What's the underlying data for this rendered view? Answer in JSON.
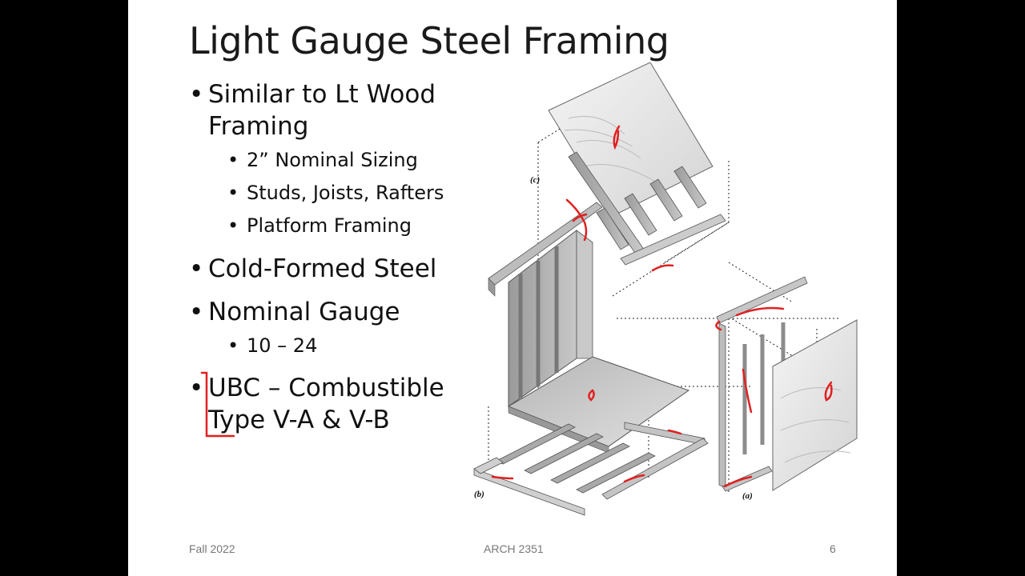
{
  "slide": {
    "title": "Light Gauge Steel Framing",
    "bullets": [
      {
        "text": "Similar to Lt Wood",
        "cont": "Framing"
      },
      {
        "text": "Cold-Formed Steel"
      },
      {
        "text": "Nominal Gauge"
      },
      {
        "text": "UBC – Combustible",
        "cont": "Type V-A & V-B"
      }
    ],
    "sub_bullets_1": [
      "2” Nominal Sizing",
      "Studs, Joists, Rafters",
      "Platform Framing"
    ],
    "sub_bullets_3": [
      "10 – 24"
    ],
    "footer": {
      "left": "Fall 2022",
      "center": "ARCH 2351",
      "right": "6"
    },
    "figure_labels": {
      "a": "(a)",
      "b": "(b)",
      "c": "(c)"
    },
    "colors": {
      "ink": "#e02020",
      "text": "#111111",
      "footer": "#777777",
      "background": "#000000"
    }
  }
}
